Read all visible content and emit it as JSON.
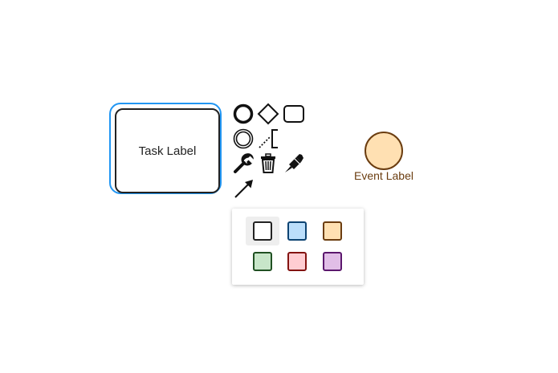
{
  "task": {
    "label": "Task Label"
  },
  "event": {
    "label": "Event Label",
    "fill": "#ffe0b2",
    "stroke": "#6b3d10"
  },
  "selection_color": "#2196f3",
  "context_pad": [
    {
      "icon": "start-event-icon"
    },
    {
      "icon": "gateway-icon"
    },
    {
      "icon": "task-icon"
    },
    {
      "icon": "intermediate-event-icon"
    },
    {
      "icon": "text-annotation-icon"
    },
    {
      "icon": "wrench-icon"
    },
    {
      "icon": "trash-icon"
    },
    {
      "icon": "paintbrush-icon"
    },
    {
      "icon": "connect-arrow-icon"
    }
  ],
  "color_picker": {
    "colors": [
      {
        "name": "default",
        "fill": "#ffffff",
        "stroke": "#222222",
        "selected": true
      },
      {
        "name": "blue",
        "fill": "#bbdefb",
        "stroke": "#0d4372",
        "selected": false
      },
      {
        "name": "orange",
        "fill": "#ffe0b2",
        "stroke": "#6b3d10",
        "selected": false
      },
      {
        "name": "green",
        "fill": "#c8e6c9",
        "stroke": "#205022",
        "selected": false
      },
      {
        "name": "red",
        "fill": "#ffcdd2",
        "stroke": "#831311",
        "selected": false
      },
      {
        "name": "purple",
        "fill": "#e1bee7",
        "stroke": "#5b176d",
        "selected": false
      }
    ]
  }
}
